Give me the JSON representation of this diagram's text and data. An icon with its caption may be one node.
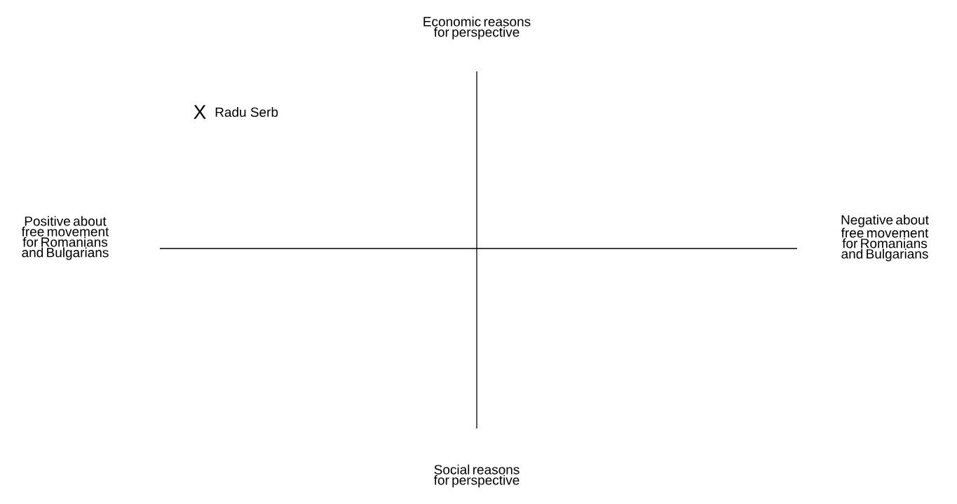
{
  "diagram": {
    "labels": [
      "Economic reasons for perspective",
      "X",
      "Radu Serb",
      "Positive about free movement for Romanians and Bulgarians",
      "Negative about free movement for Romanians and Bulgarians",
      "Social reasons for perspective"
    ]
  }
}
